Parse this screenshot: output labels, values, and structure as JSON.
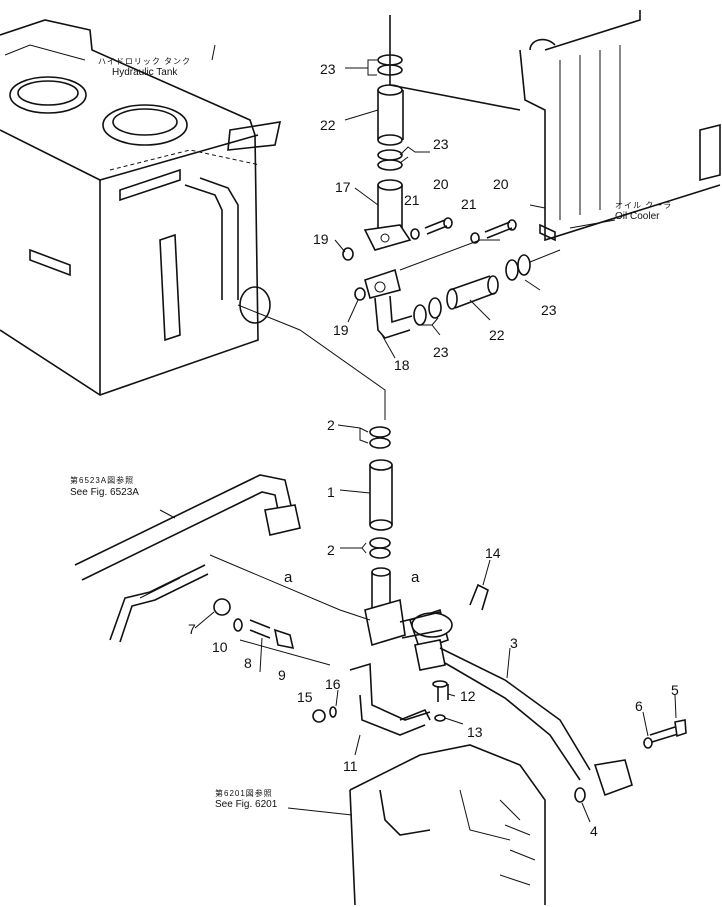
{
  "labels": {
    "hydraulic_tank_jp": "ハイドロリック タンク",
    "hydraulic_tank_en": "Hydraulic Tank",
    "oil_cooler_jp": "オイル クーラ",
    "oil_cooler_en": "Oil Cooler",
    "see_fig_6523a_jp": "第6523A図参照",
    "see_fig_6523a_en": "See Fig. 6523A",
    "see_fig_6201_jp": "第6201図参照",
    "see_fig_6201_en": "See Fig. 6201",
    "connection_a_upper": "a",
    "connection_a_lower": "a"
  },
  "part_numbers": {
    "p23_top": "23",
    "p22_top": "22",
    "p23_mid": "23",
    "p17": "17",
    "p21_left": "21",
    "p20_left": "20",
    "p21_right": "21",
    "p20_right": "20",
    "p19_upper": "19",
    "p19_lower": "19",
    "p18": "18",
    "p23_low_left": "23",
    "p22_right": "22",
    "p23_right": "23",
    "p2_upper": "2",
    "p1": "1",
    "p2_lower": "2",
    "p14": "14",
    "p3": "3",
    "p7": "7",
    "p10": "10",
    "p8": "8",
    "p9": "9",
    "p16": "16",
    "p15": "15",
    "p12": "12",
    "p13": "13",
    "p11": "11",
    "p5": "5",
    "p6": "6",
    "p4": "4"
  }
}
